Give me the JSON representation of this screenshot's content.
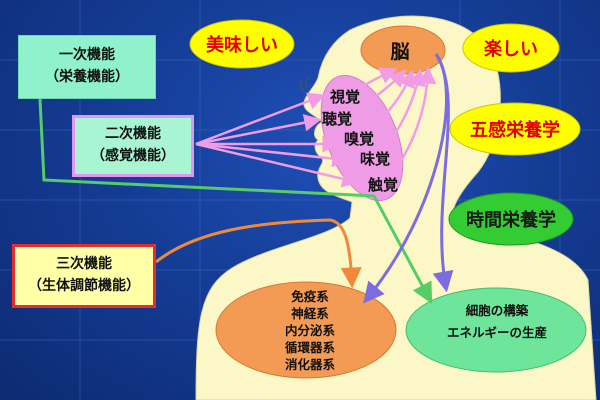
{
  "brain_label": "脳",
  "labels": {
    "oishii": "美味しい",
    "tanoshii": "楽しい",
    "gokan": "五感栄養学",
    "jikan": "時間栄養学"
  },
  "functions": {
    "primary": {
      "line1": "一次機能",
      "line2": "（栄養機能）"
    },
    "secondary": {
      "line1": "二次機能",
      "line2": "（感覚機能）"
    },
    "tertiary": {
      "line1": "三次機能",
      "line2": "（生体調節機能）"
    }
  },
  "senses": [
    "視覚",
    "聴覚",
    "嗅覚",
    "味覚",
    "触覚"
  ],
  "systems": [
    "免疫系",
    "神経系",
    "内分泌系",
    "循環器系",
    "消化器系"
  ],
  "cell_functions": [
    "細胞の構築",
    "エネルギーの生産"
  ],
  "colors": {
    "background": "#153d96",
    "silhouette": "#fbf7c6",
    "yellow_oval": "#ffff00",
    "green_oval": "#33cc33",
    "brain_oval": "#f39a55",
    "pink_oval": "#ef9ce6",
    "systems_oval": "#f39a55",
    "cell_oval": "#6ee59a",
    "primary_box": "#8ff2cc",
    "secondary_box": "#a9f5d3",
    "tertiary_box": "#ffffa8",
    "text_red": "#e00000"
  }
}
